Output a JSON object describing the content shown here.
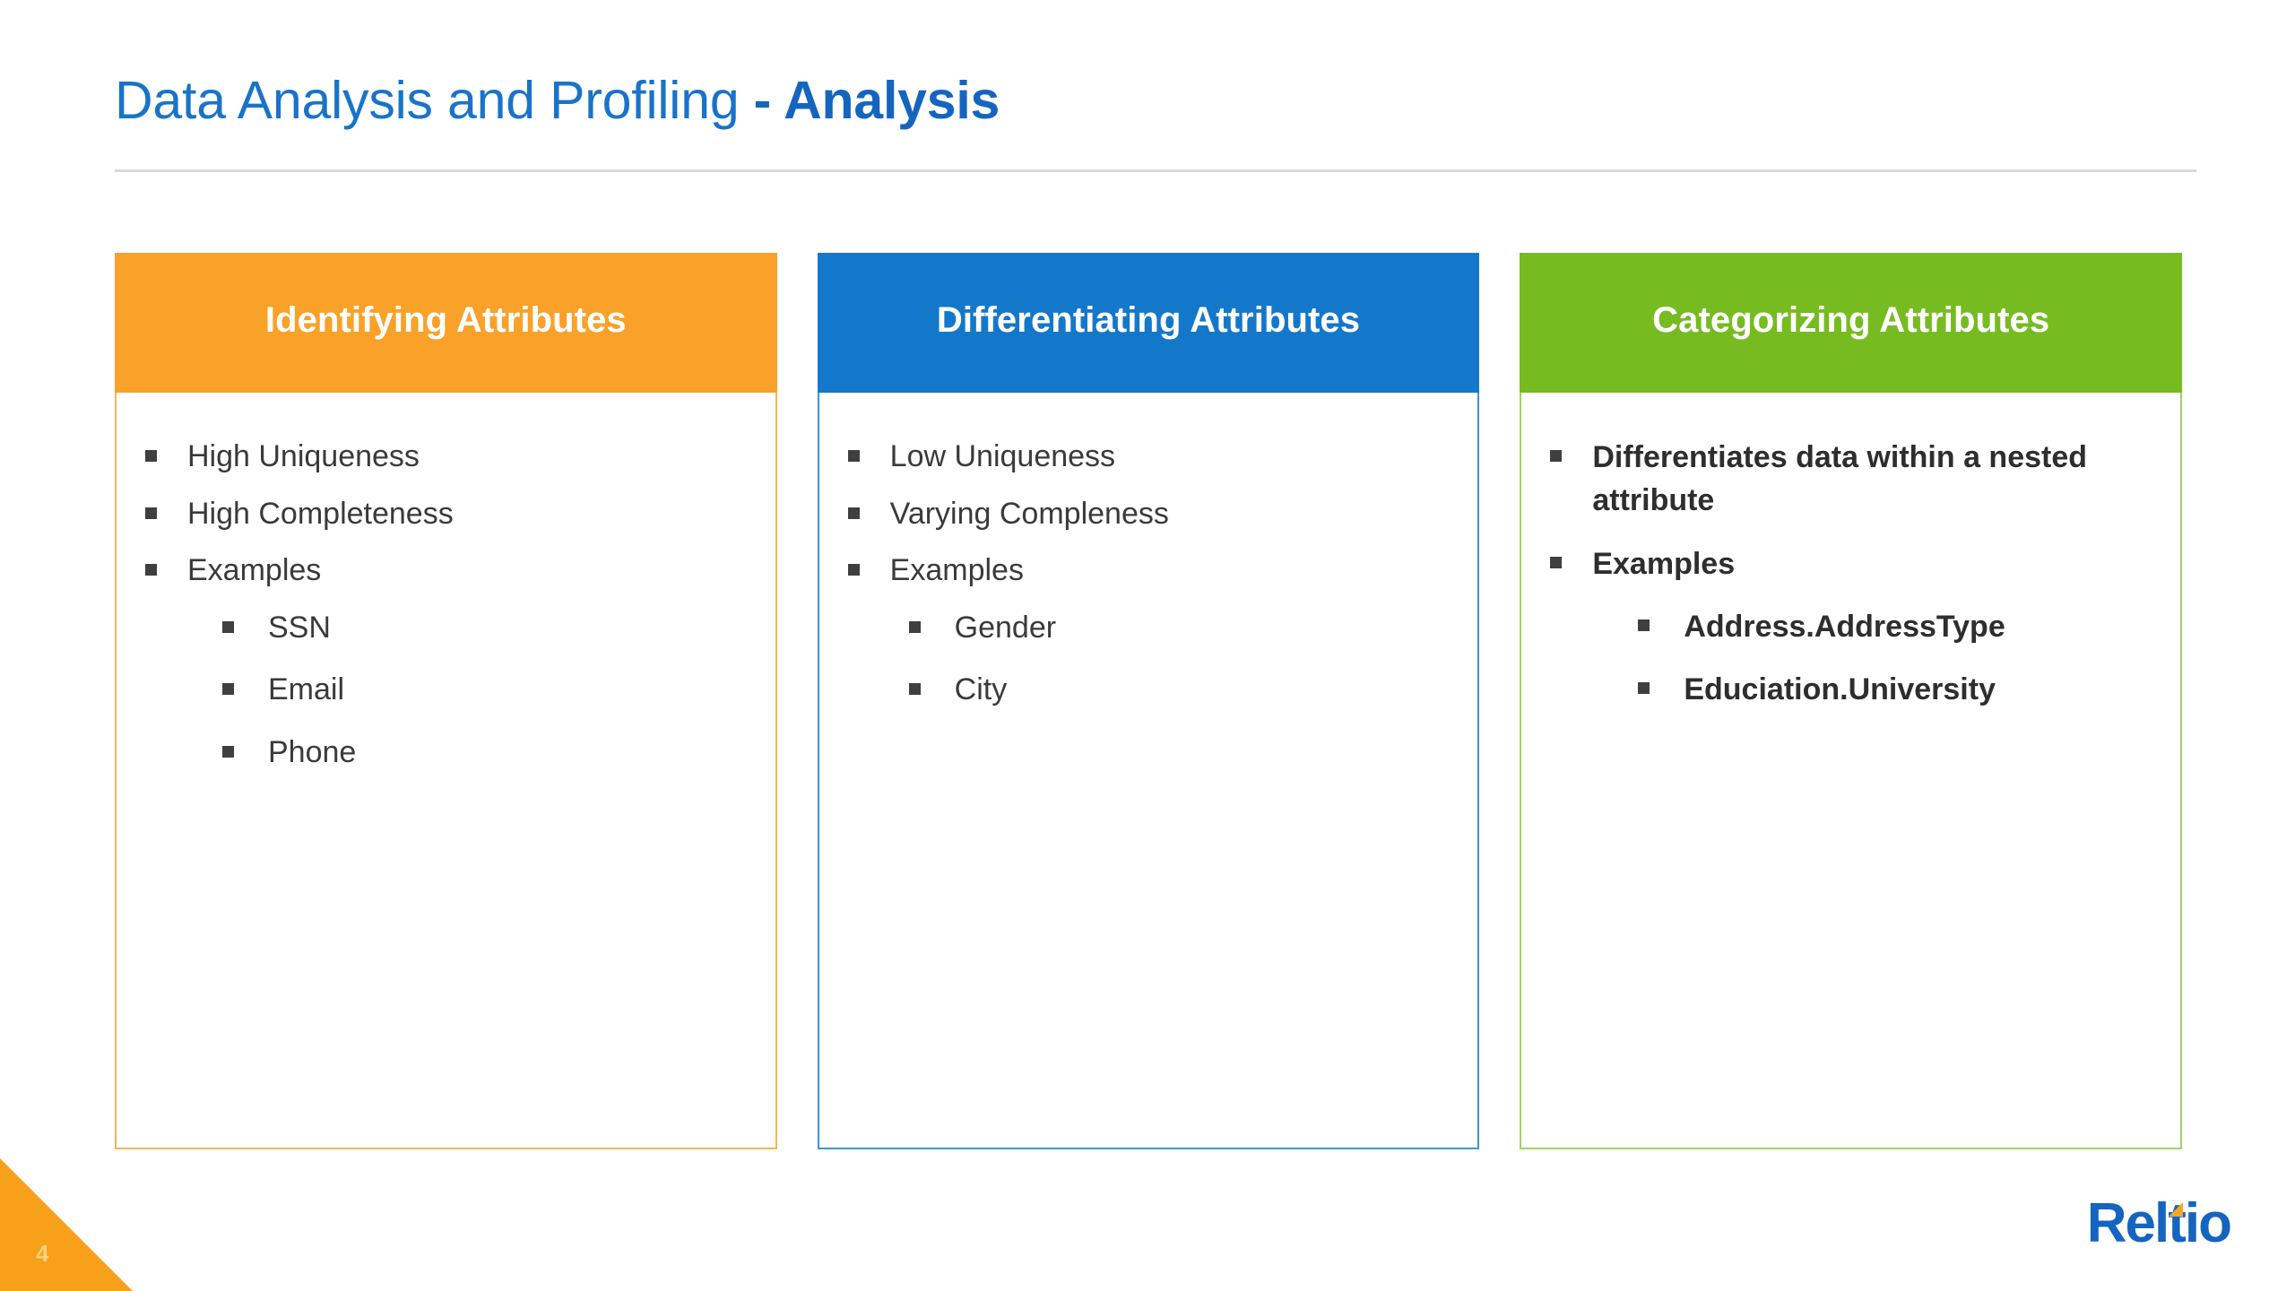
{
  "slide": {
    "title_main": "Data Analysis and Profiling ",
    "title_accent": "- Analysis",
    "number": "4",
    "logo_text": "Reltio",
    "colors": {
      "title_blue": "#1a73c8",
      "orange": "#F9A128",
      "blue": "#1478CA",
      "green": "#76BC21",
      "corner_orange": "#F9A01B",
      "rule_gray": "#d9d9d9",
      "body_text": "#3a3a3a"
    }
  },
  "cards": [
    {
      "id": "identifying",
      "header": "Identifying Attributes",
      "accent": "#F9A128",
      "bold_body": false,
      "items": [
        {
          "text": "High Uniqueness",
          "level": 1
        },
        {
          "text": "High Completeness",
          "level": 1
        },
        {
          "text": "Examples",
          "level": 1
        }
      ],
      "subitems": [
        {
          "text": "SSN",
          "level": 2
        },
        {
          "text": "Email",
          "level": 2
        },
        {
          "text": "Phone",
          "level": 2
        }
      ]
    },
    {
      "id": "differentiating",
      "header": "Differentiating Attributes",
      "accent": "#1478CA",
      "bold_body": false,
      "items": [
        {
          "text": "Low Uniqueness",
          "level": 1
        },
        {
          "text": "Varying Compleness",
          "level": 1
        },
        {
          "text": "Examples",
          "level": 1
        }
      ],
      "subitems": [
        {
          "text": "Gender",
          "level": 2
        },
        {
          "text": "City",
          "level": 2
        }
      ]
    },
    {
      "id": "categorizing",
      "header": "Categorizing Attributes",
      "accent": "#76BC21",
      "bold_body": true,
      "items": [
        {
          "text": "Differentiates data within a nested attribute",
          "level": 1
        },
        {
          "text": "Examples",
          "level": 1
        }
      ],
      "subitems": [
        {
          "text": "Address.AddressType",
          "level": 2
        },
        {
          "text": "Educiation.University",
          "level": 2
        }
      ]
    }
  ]
}
